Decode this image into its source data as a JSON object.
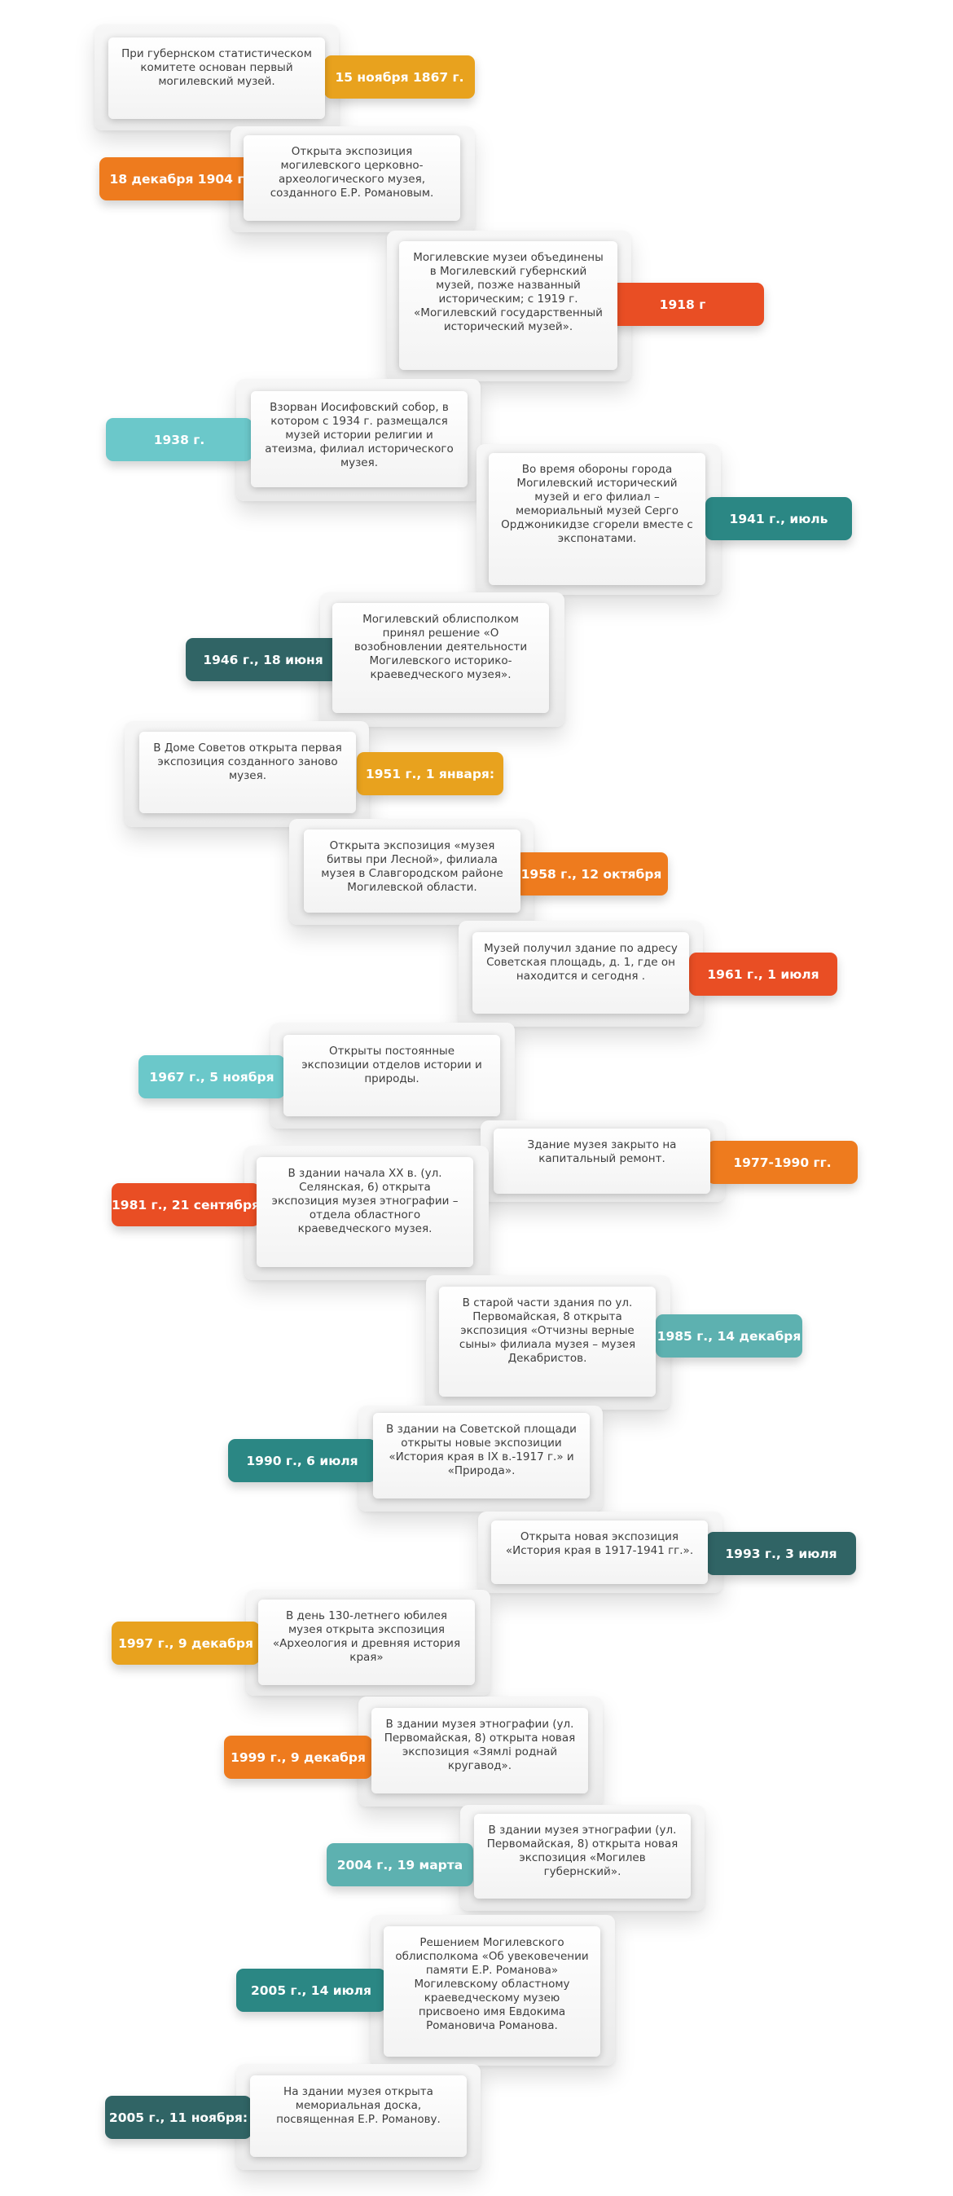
{
  "events": [
    {
      "date": "15 ноября 1867 г.",
      "text": "При губернском статистическом комитете основан первый могилевский музей.",
      "color": "#E8A21E"
    },
    {
      "date": "18 декабря 1904 г",
      "text": "Открыта экспозиция могилевского церковно-археологического музея, созданного Е.Р. Романовым.",
      "color": "#EE7B1E"
    },
    {
      "date": "1918 г",
      "text": "Могилевские музеи объединены в Могилевский губернский музей, позже названный историческим; с 1919 г. «Могилевский государственный исторический музей».",
      "color": "#E94E24"
    },
    {
      "date": "1938 г.",
      "text": "Взорван Иосифовский собор, в котором с 1934 г. размещался музей истории религии и атеизма, филиал исторического музея.",
      "color": "#6BC8CA"
    },
    {
      "date": "1941 г., июль",
      "text": "Во время обороны города Могилевский исторический музей и его филиал – мемориальный музей Серго Орджоникидзе сгорели вместе с экспонатами.",
      "color": "#2B8784"
    },
    {
      "date": "1946 г., 18 июня",
      "text": "Могилевский облисполком принял решение «О возобновлении деятельности Могилевского историко-краеведческого музея».",
      "color": "#306465"
    },
    {
      "date": "1951 г., 1 января:",
      "text": "В Доме Советов открыта первая экспозиция созданного заново музея.",
      "color": "#E8A21E"
    },
    {
      "date": "1958 г., 12 октября",
      "text": "Открыта экспозиция «музея битвы при Лесной», филиала музея в Славгородском районе Могилевской области.",
      "color": "#EE7B1E"
    },
    {
      "date": "1961 г., 1 июля",
      "text": "Музей получил здание по адресу Советская площадь, д. 1, где он находится и сегодня .",
      "color": "#E94E24"
    },
    {
      "date": "1967 г., 5 ноября",
      "text": "Открыты постоянные экспозиции отделов истории и природы.",
      "color": "#6BC8CA"
    },
    {
      "date": "1977-1990 гг.",
      "text": "Здание музея закрыто на капитальный ремонт.",
      "color": "#EE7B1E"
    },
    {
      "date": "1981 г., 21 сентября",
      "text": "В здании начала ХХ в. (ул. Селянская, 6) открыта экспозиция музея этнографии – отдела областного краеведческого музея.",
      "color": "#E94E24"
    },
    {
      "date": "1985 г., 14 декабря",
      "text": "В старой части здания по ул. Первомайская, 8 открыта экспозиция «Отчизны верные сыны» филиала музея – музея Декабристов.",
      "color": "#5DB1B0"
    },
    {
      "date": "1990 г., 6 июля",
      "text": "В здании на Советской площади открыты новые экспозиции «История края в IX в.-1917 г.» и «Природа».",
      "color": "#2B8784"
    },
    {
      "date": "1993 г., 3 июля",
      "text": "Открыта новая экспозиция «История края в 1917-1941 гг.».",
      "color": "#306465"
    },
    {
      "date": "1997 г., 9 декабря",
      "text": "В день 130-летнего юбилея музея открыта экспозиция «Археология и древняя история края»",
      "color": "#E8A21E"
    },
    {
      "date": "1999 г., 9 декабря",
      "text": "В здании музея этнографии (ул. Первомайская, 8) открыта новая экспозиция «Зямлi роднай кругавод».",
      "color": "#EE7B1E"
    },
    {
      "date": "2004 г., 19 марта",
      "text": "В здании музея этнографии (ул. Первомайская, 8) открыта новая экспозиция «Могилев губернский».",
      "color": "#5DB1B0"
    },
    {
      "date": "2005 г., 14 июля",
      "text": "Решением Могилевского облисполкома «Об увековечении памяти Е.Р. Романова» Могилевскому областному краеведческому музею присвоено имя Евдокима Романовича Романова.",
      "color": "#2B8784"
    },
    {
      "date": "2005 г., 11 ноября:",
      "text": "На здании музея открыта мемориальная доска, посвященная Е.Р. Романову.",
      "color": "#306465"
    }
  ]
}
